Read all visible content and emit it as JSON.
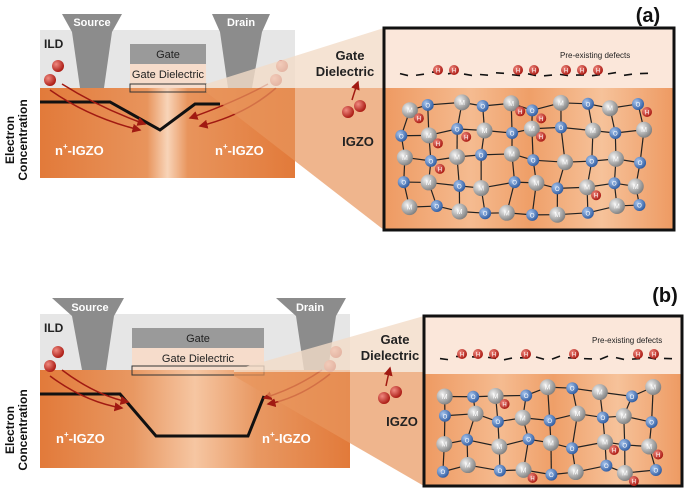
{
  "panels": [
    {
      "label": "(a)",
      "labels": {
        "source": "Source",
        "drain": "Drain",
        "ild": "ILD",
        "gate": "Gate",
        "gate_dielectric": "Gate Dielectric",
        "n_left": "n",
        "n_right": "n",
        "sup": "+",
        "igzo_suffix": "-IGZO",
        "zoom_gate": "Gate",
        "zoom_dielectric": "Dielectric",
        "zoom_igzo": "IGZO",
        "defects": "Pre-existing defects"
      }
    },
    {
      "label": "(b)",
      "labels": {
        "source": "Source",
        "drain": "Drain",
        "ild": "ILD",
        "gate": "Gate",
        "gate_dielectric": "Gate Dielectric",
        "n_left": "n",
        "n_right": "n",
        "sup": "+",
        "igzo_suffix": "-IGZO",
        "zoom_gate": "Gate",
        "zoom_dielectric": "Dielectric",
        "zoom_igzo": "IGZO",
        "defects": "Pre-existing defects"
      }
    }
  ],
  "y_axis_label": [
    "Electron",
    "Concentration"
  ],
  "atom_labels": {
    "metal": "M",
    "oxygen": "O",
    "hydrogen": "H"
  },
  "colors": {
    "igzo": "#e27a3a",
    "igzo_light": "#f7c9a6",
    "ild": "#e6e6e6",
    "contact": "#8c8c8c",
    "gate": "#9a9a9a",
    "dielectric": "#f6dccb",
    "zoom_bg": "#f0a06a",
    "zoom_dielectric": "#fbe7da",
    "metal_atom": "#9a9a9a",
    "oxygen_atom": "#3f6fb5",
    "hydrogen_atom": "#c0201a",
    "hydrogen_arrow": "#a11a12"
  }
}
